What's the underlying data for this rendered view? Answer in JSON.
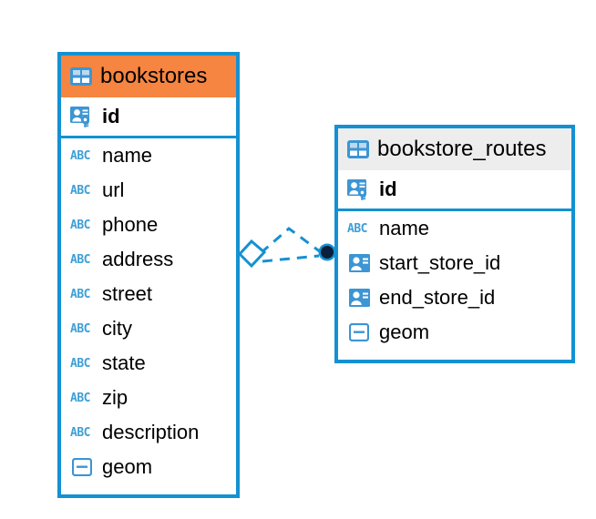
{
  "diagram": {
    "type": "entity-relationship-diagram",
    "background": "#ffffff",
    "colors": {
      "border": "#1491d2",
      "header_highlight": "#f58540",
      "header_default": "#ededed",
      "icon_blue": "#3e9fd6",
      "icon_blue_solid": "#3c95d4",
      "text": "#000000",
      "connector": "#1491d2",
      "connector_endpoint": "#0b1f3a"
    }
  },
  "entities": [
    {
      "name": "bookstores",
      "header_style": "orange",
      "header_icon": "table-grid-icon",
      "fields": [
        {
          "label": "id",
          "icon": "primary-key-badge-icon",
          "bold": true,
          "primary": true
        },
        {
          "label": "name",
          "icon": "abc-text-icon",
          "bold": false,
          "primary": false
        },
        {
          "label": "url",
          "icon": "abc-text-icon",
          "bold": false,
          "primary": false
        },
        {
          "label": "phone",
          "icon": "abc-text-icon",
          "bold": false,
          "primary": false
        },
        {
          "label": "address",
          "icon": "abc-text-icon",
          "bold": false,
          "primary": false
        },
        {
          "label": "street",
          "icon": "abc-text-icon",
          "bold": false,
          "primary": false
        },
        {
          "label": "city",
          "icon": "abc-text-icon",
          "bold": false,
          "primary": false
        },
        {
          "label": "state",
          "icon": "abc-text-icon",
          "bold": false,
          "primary": false
        },
        {
          "label": "zip",
          "icon": "abc-text-icon",
          "bold": false,
          "primary": false
        },
        {
          "label": "description",
          "icon": "abc-text-icon",
          "bold": false,
          "primary": false
        },
        {
          "label": "geom",
          "icon": "geometry-icon",
          "bold": false,
          "primary": false
        }
      ]
    },
    {
      "name": "bookstore_routes",
      "header_style": "gray",
      "header_icon": "table-grid-icon",
      "fields": [
        {
          "label": "id",
          "icon": "primary-key-badge-icon",
          "bold": true,
          "primary": true
        },
        {
          "label": "name",
          "icon": "abc-text-icon",
          "bold": false,
          "primary": false
        },
        {
          "label": "start_store_id",
          "icon": "foreign-key-badge-icon",
          "bold": false,
          "primary": false
        },
        {
          "label": "end_store_id",
          "icon": "foreign-key-badge-icon",
          "bold": false,
          "primary": false
        },
        {
          "label": "geom",
          "icon": "geometry-icon",
          "bold": false,
          "primary": false
        }
      ]
    }
  ],
  "relationship": {
    "from_entity": "bookstores",
    "to_entity": "bookstore_routes",
    "line_style": "dashed",
    "source_marker": "diamond-outline",
    "target_marker": "filled-circle",
    "branches": 2
  },
  "abc_icon_text": "ABC"
}
